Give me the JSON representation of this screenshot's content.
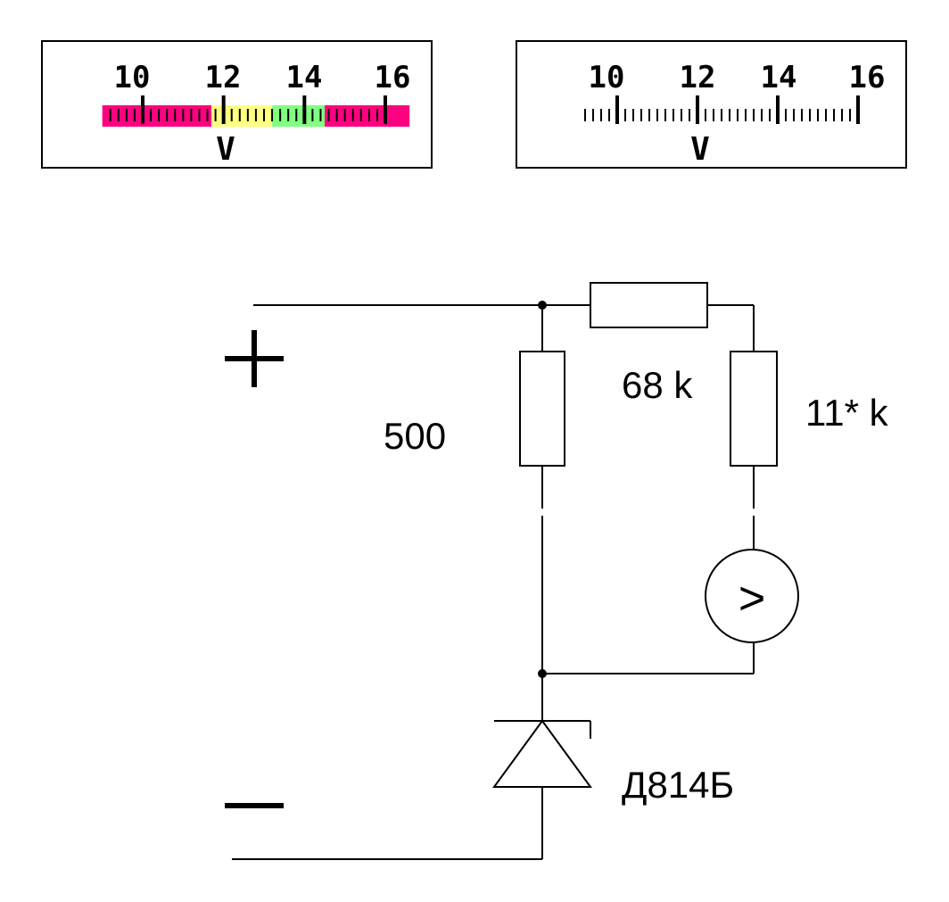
{
  "meters": [
    {
      "id": "colored",
      "unit": "V",
      "ticks": [
        "10",
        "12",
        "14",
        "16"
      ],
      "zones": [
        {
          "from": 9.0,
          "to": 11.7,
          "color": "#ff0080"
        },
        {
          "from": 11.7,
          "to": 13.2,
          "color": "#ffff80"
        },
        {
          "from": 13.2,
          "to": 14.5,
          "color": "#80ff80"
        },
        {
          "from": 14.5,
          "to": 16.6,
          "color": "#ff0080"
        }
      ]
    },
    {
      "id": "plain",
      "unit": "V",
      "ticks": [
        "10",
        "12",
        "14",
        "16"
      ]
    }
  ],
  "circuit": {
    "plus_terminal": "+",
    "minus_terminal": "−",
    "r_shunt_label": "500",
    "r_series_label": "68 k",
    "r_trim_label": "11* k",
    "meter_symbol": ">",
    "zener_label": "Д814Б"
  }
}
